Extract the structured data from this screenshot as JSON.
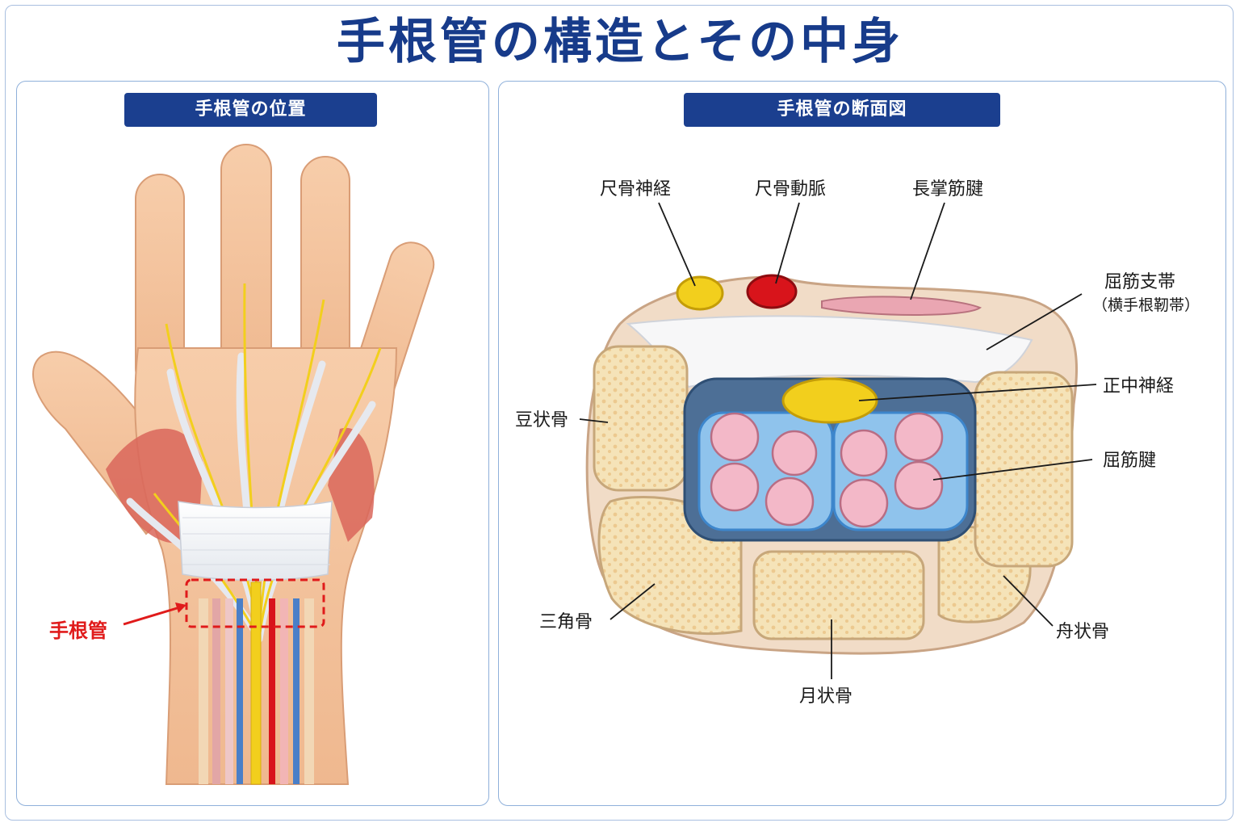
{
  "title": "手根管の構造とその中身",
  "left_panel": {
    "header": "手根管の位置",
    "callout": "手根管"
  },
  "right_panel": {
    "header": "手根管の断面図",
    "labels": {
      "ulnar_nerve": "尺骨神経",
      "ulnar_artery": "尺骨動脈",
      "palmaris_longus": "長掌筋腱",
      "flexor_retinaculum": "屈筋支帯",
      "flexor_retinaculum_alt": "（横手根靭帯）",
      "median_nerve": "正中神経",
      "flexor_tendons": "屈筋腱",
      "pisiform": "豆状骨",
      "triquetrum": "三角骨",
      "lunate": "月状骨",
      "scaphoid": "舟状骨"
    }
  },
  "colors": {
    "title": "#173b8a",
    "header_bg": "#1b3f8f",
    "callout": "#e01b1b",
    "nerve": "#f2cf1d",
    "artery": "#d8141b",
    "tendon": "#f3b8c8",
    "bone": "#f5e3b8"
  }
}
